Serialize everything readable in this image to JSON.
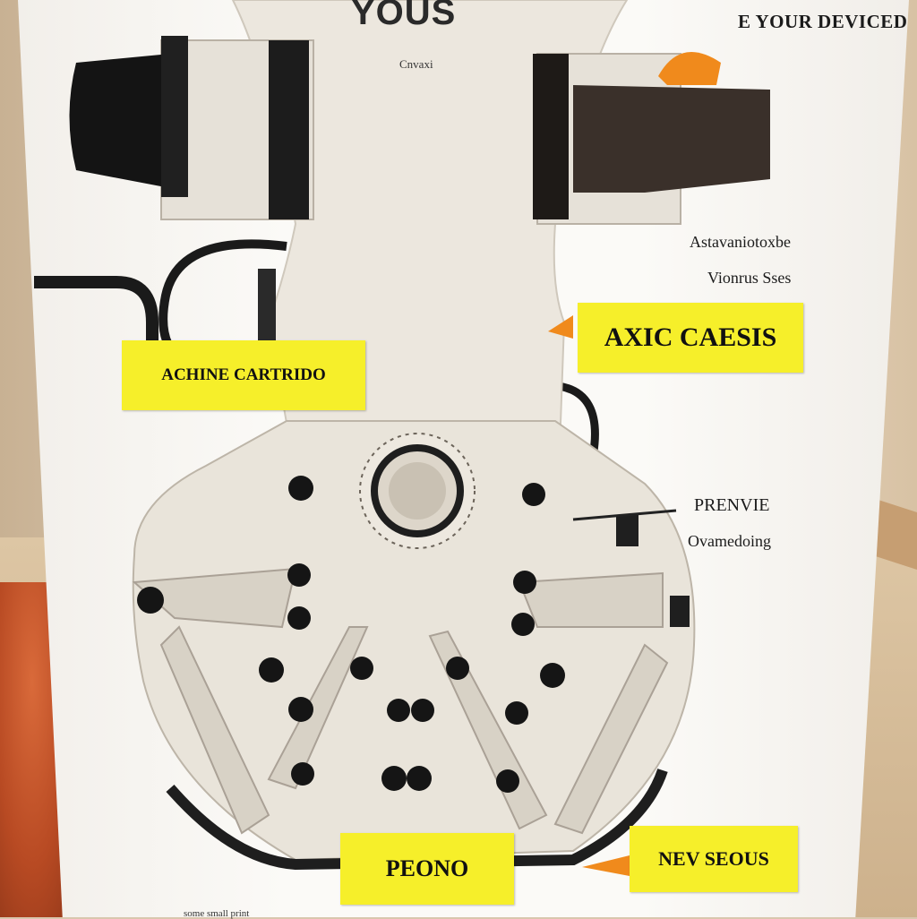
{
  "poster": {
    "title": "YOUS",
    "subtitle": "Cnvaxi",
    "top_right": "E YOUR DEVICED",
    "footer": "some small print"
  },
  "labels": {
    "left_box": "ACHINE CARTRIDO",
    "right_box": "AXIC CAESIS",
    "bottom_box": "PEONO",
    "bottom_right_box": "NEV SEOUS"
  },
  "side_texts": {
    "right_upper_1": "Astavaniotoxbe",
    "right_upper_2": "Vionrus Sses",
    "right_mid_1": "PRENVIE",
    "right_mid_2": "Ovamedoing"
  },
  "colors": {
    "label_yellow": "#f6ef2a",
    "machine_body": "#ece7de",
    "pointer_orange": "#f08a1c"
  }
}
